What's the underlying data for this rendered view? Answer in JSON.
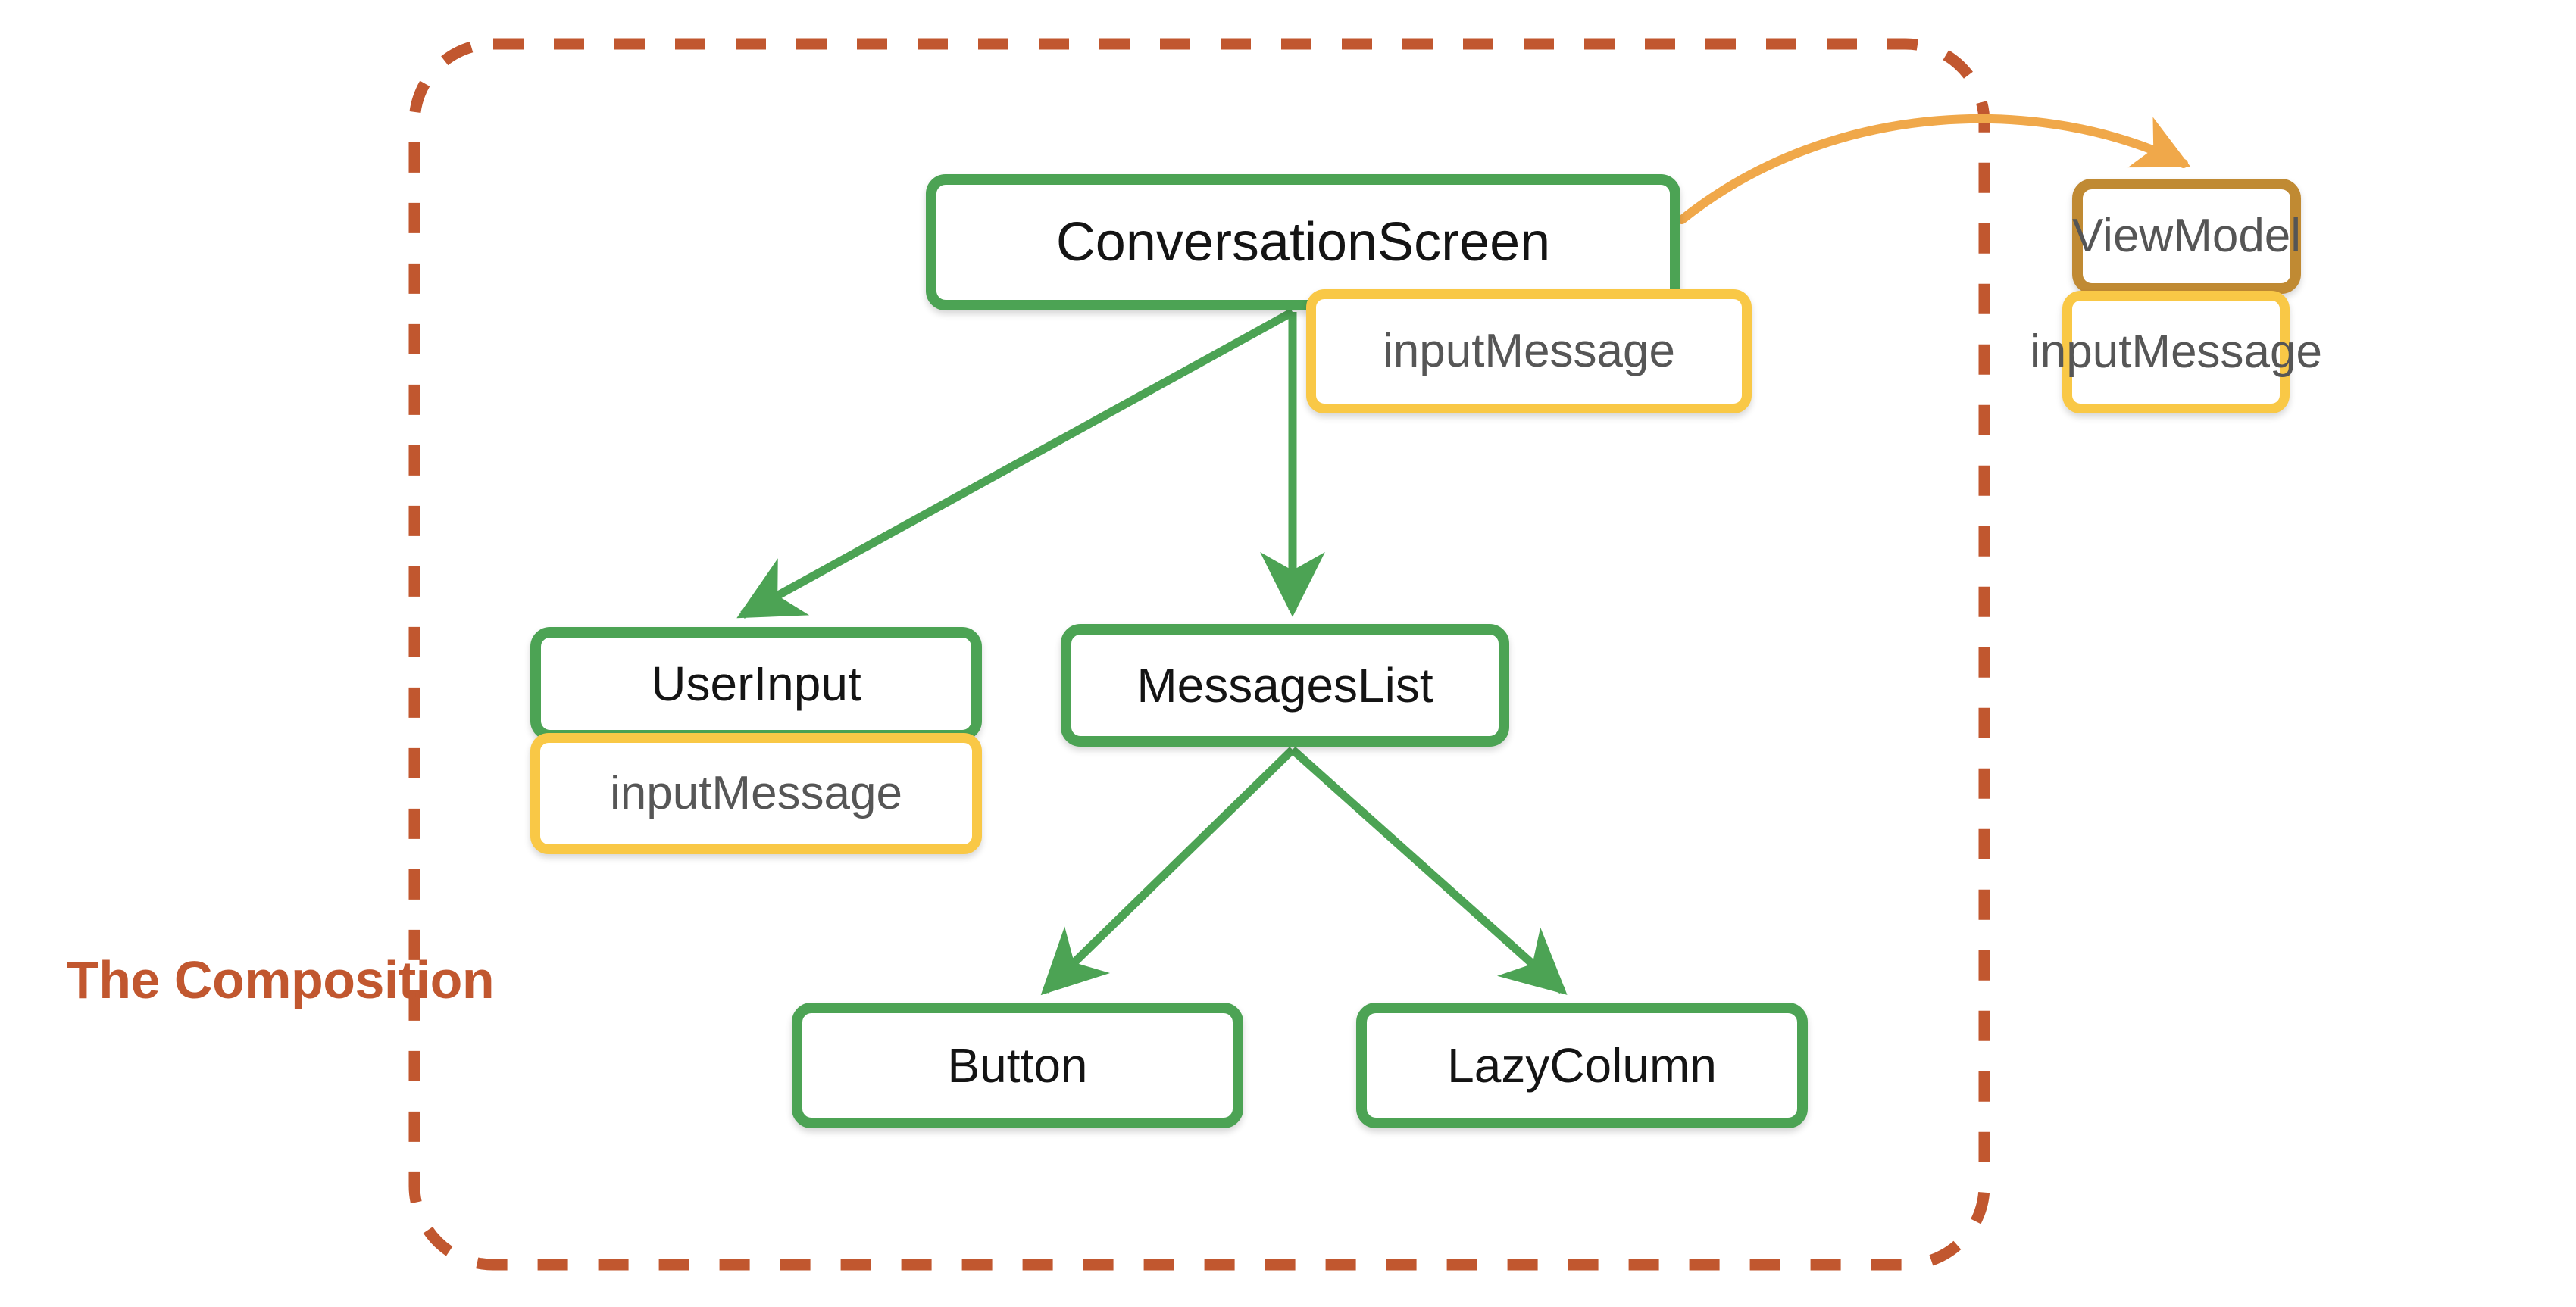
{
  "diagram": {
    "title": "The Composition",
    "caption": "The Composition",
    "boundary_label": "The Composition",
    "colors": {
      "composable_border": "#4CA354",
      "state_border": "#F9C846",
      "viewmodel_border": "#C08A33",
      "boundary_dashed": "#C1572F",
      "composable_text": "#141414",
      "state_text": "#565656",
      "arrow_green": "#4CA354",
      "arrow_orange": "#F0A84A",
      "background": "#FFFFFF"
    },
    "nodes": {
      "conversation_screen": {
        "label": "ConversationScreen",
        "kind": "composable"
      },
      "conversation_screen_state": {
        "label": "inputMessage",
        "kind": "state"
      },
      "view_model": {
        "label": "ViewModel",
        "kind": "viewmodel"
      },
      "view_model_state": {
        "label": "inputMessage",
        "kind": "state"
      },
      "user_input": {
        "label": "UserInput",
        "kind": "composable"
      },
      "user_input_state": {
        "label": "inputMessage",
        "kind": "state"
      },
      "messages_list": {
        "label": "MessagesList",
        "kind": "composable"
      },
      "button": {
        "label": "Button",
        "kind": "composable"
      },
      "lazy_column": {
        "label": "LazyColumn",
        "kind": "composable"
      }
    },
    "edges": [
      {
        "from": "ConversationScreen",
        "to": "UserInput",
        "style": "solid",
        "color": "#4CA354"
      },
      {
        "from": "ConversationScreen",
        "to": "MessagesList",
        "style": "solid",
        "color": "#4CA354"
      },
      {
        "from": "ConversationScreen",
        "to": "ViewModel",
        "style": "curved",
        "color": "#F0A84A"
      },
      {
        "from": "MessagesList",
        "to": "Button",
        "style": "solid",
        "color": "#4CA354"
      },
      {
        "from": "MessagesList",
        "to": "LazyColumn",
        "style": "solid",
        "color": "#4CA354"
      }
    ]
  }
}
